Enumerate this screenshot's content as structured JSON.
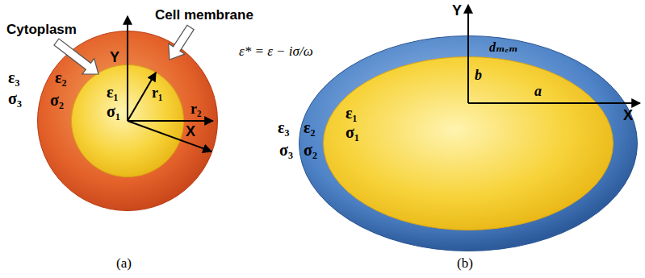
{
  "diagram": {
    "nodes": [
      {
        "text": [
          "ε₂",
          "σ₂"
        ]
      },
      {
        "text": [
          "ε₁",
          "σ₁"
        ],
        "in": 0
      },
      {
        "text": [
          "dₘₑₘ",
          "ε₂",
          "σ₂"
        ]
      },
      {
        "text": [
          "ε₁",
          "σ₁"
        ],
        "in": 2
      }
    ],
    "labels": [
      "Cytoplasm",
      "Cell membrane",
      "Y",
      "ε₃",
      "σ₃",
      "r₁",
      "r₂",
      "X",
      "(a)",
      "ε* = ε − iσ/ω",
      "Y",
      "b",
      "a",
      "X",
      "ε₃",
      "σ₃",
      "(b)"
    ]
  }
}
